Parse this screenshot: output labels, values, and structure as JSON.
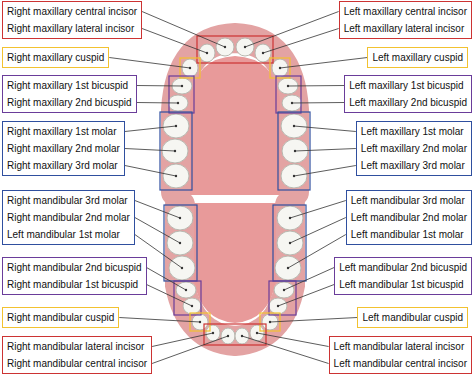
{
  "diagram": {
    "nodes": [
      {
        "text": [
          "Right maxillary central incisor",
          "Right maxillary lateral incisor"
        ]
      },
      {
        "text": [
          "Left maxillary central incisor",
          "Left maxillary lateral incisor"
        ]
      },
      {
        "text": [
          "Right maxillary cuspid"
        ]
      },
      {
        "text": [
          "Left maxillary cuspid"
        ]
      },
      {
        "text": [
          "Right maxillary 1st bicuspid",
          "Right maxillary 2nd bicuspid"
        ]
      },
      {
        "text": [
          "Left maxillary 1st bicuspid",
          "Left maxillary 2nd bicuspid"
        ]
      },
      {
        "text": [
          "Right maxillary 1st molar",
          "Right maxillary 2nd molar",
          "Right maxillary 3rd molar"
        ]
      },
      {
        "text": [
          "Left maxillary 1st molar",
          "Left maxillary 2nd molar",
          "Left maxillary 3rd molar"
        ]
      },
      {
        "text": [
          "Right mandibular 3rd molar",
          "Right mandibular 2nd molar",
          "Left mandibular 1st molar"
        ]
      },
      {
        "text": [
          "Left mandibular 3rd molar",
          "Left mandibular 2nd molar",
          "Left mandibular 1st molar"
        ]
      },
      {
        "text": [
          "Right mandibular 2nd bicuspid",
          "Right mandibular 1st bicuspid"
        ]
      },
      {
        "text": [
          "Left mandibular 2nd bicuspid",
          "Left mandibular 1st bicuspid"
        ]
      },
      {
        "text": [
          "Right mandibular cuspid"
        ]
      },
      {
        "text": [
          "Left mandibular cuspid"
        ]
      },
      {
        "text": [
          "Right mandibular lateral incisor",
          "Right mandibular central incisor"
        ]
      },
      {
        "text": [
          "Left mandibular lateral incisor",
          "Left mandibular central incisor"
        ]
      }
    ]
  }
}
